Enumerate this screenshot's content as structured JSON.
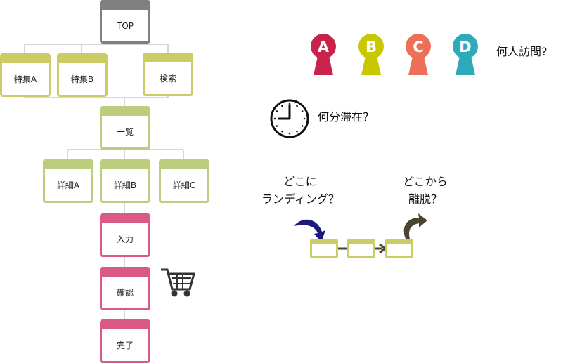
{
  "tree": {
    "top": "TOP",
    "feature_a": "特集A",
    "feature_b": "特集B",
    "search": "検索",
    "list": "一覧",
    "detail_a": "詳細A",
    "detail_b": "詳細B",
    "detail_c": "詳細C",
    "input": "入力",
    "confirm": "確認",
    "complete": "完了"
  },
  "visitors": {
    "pins": [
      {
        "label": "A",
        "color": "#c8234a"
      },
      {
        "label": "B",
        "color": "#c8c800"
      },
      {
        "label": "C",
        "color": "#ee6f58"
      },
      {
        "label": "D",
        "color": "#2eaabb"
      }
    ],
    "question": "何人訪問?"
  },
  "duration": {
    "question": "何分滞在？"
  },
  "landing": {
    "line1": "どこに",
    "line2": "ランディング？"
  },
  "exit": {
    "line1": "どこから",
    "line2": "離脱？"
  },
  "colors": {
    "gray": "#808080",
    "yellow": "#cccc66",
    "green": "#bccd7d",
    "pink": "#d85a85",
    "landing_arrow": "#1a1a78",
    "exit_arrow": "#4a4530"
  }
}
